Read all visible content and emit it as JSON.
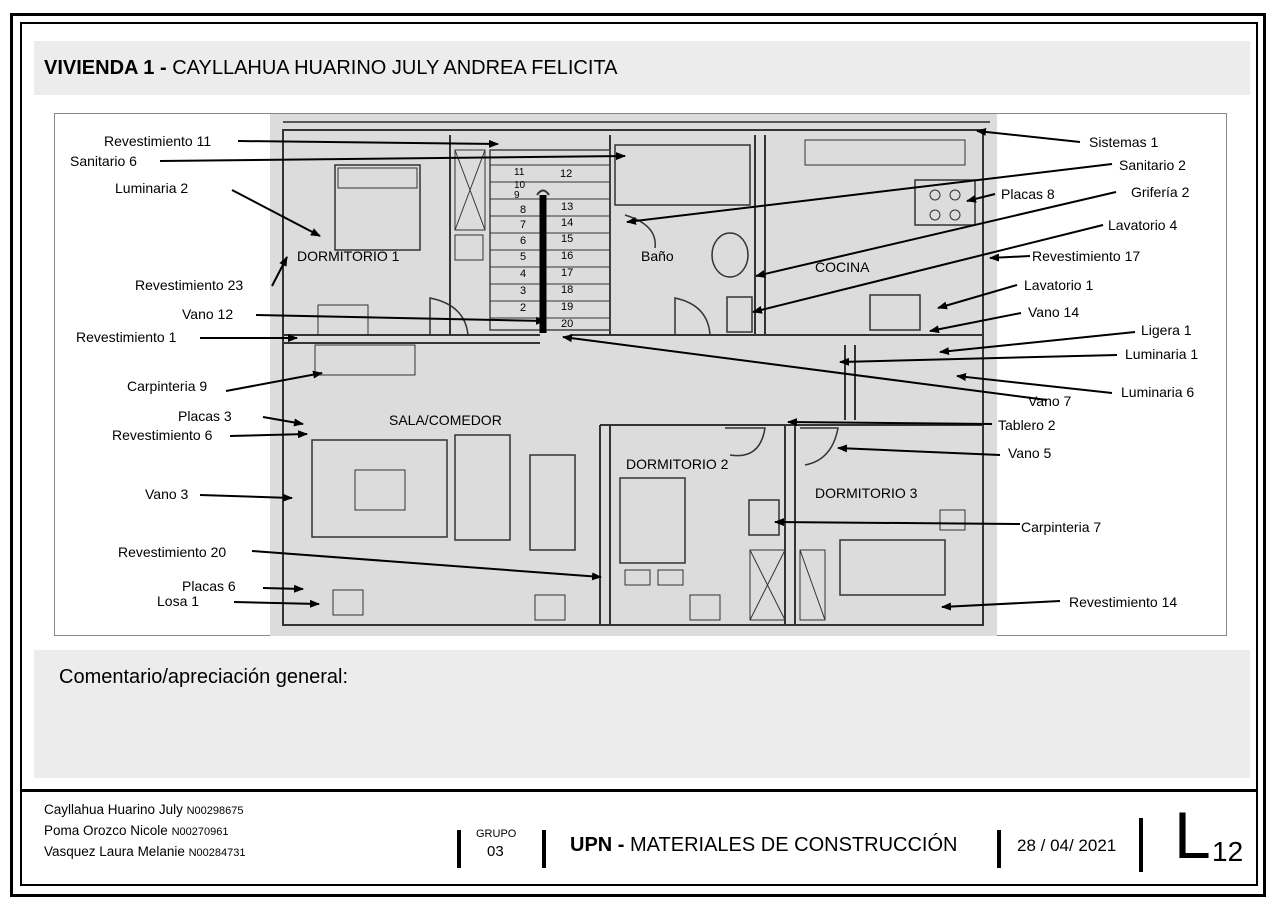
{
  "header": {
    "title_bold": "VIVIENDA 1 -",
    "title_rest": "CAYLLAHUA HUARINO JULY ANDREA FELICITA"
  },
  "rooms": {
    "dormitorio1": "DORMITORIO 1",
    "bano": "Baño",
    "cocina": "COCINA",
    "sala": "SALA/COMEDOR",
    "dormitorio2": "DORMITORIO 2",
    "dormitorio3": "DORMITORIO 3"
  },
  "stairs": {
    "left": [
      "11",
      "10",
      "9",
      "8",
      "7",
      "6",
      "5",
      "4",
      "3",
      "2"
    ],
    "right": [
      "12",
      "13",
      "14",
      "15",
      "16",
      "17",
      "18",
      "19",
      "20"
    ]
  },
  "labels_left": {
    "revestimiento11": "Revestimiento 11",
    "sanitario6": "Sanitario 6",
    "luminaria2": "Luminaria 2",
    "revestimiento23": "Revestimiento 23",
    "vano12": "Vano 12",
    "revestimiento1": "Revestimiento 1",
    "carpinteria9": "Carpinteria 9",
    "placas3": "Placas 3",
    "revestimiento6": "Revestimiento 6",
    "vano3": "Vano 3",
    "revestimiento20": "Revestimiento 20",
    "placas6": "Placas 6",
    "losa1": "Losa 1"
  },
  "labels_right": {
    "sistemas1": "Sistemas 1",
    "sanitario2": "Sanitario 2",
    "placas8": "Placas 8",
    "griferia2": "Grifería 2",
    "lavatorio4": "Lavatorio 4",
    "revestimiento17": "Revestimiento 17",
    "lavatorio1": "Lavatorio 1",
    "vano14": "Vano 14",
    "ligera1": "Ligera 1",
    "luminaria1": "Luminaria  1",
    "luminaria6": "Luminaria  6",
    "vano7": "Vano 7",
    "tablero2": "Tablero 2",
    "vano5": "Vano 5",
    "carpinteria7": "Carpinteria 7",
    "revestimiento14": "Revestimiento 14"
  },
  "comment": {
    "label": "Comentario/apreciación general:"
  },
  "footer": {
    "authors": [
      {
        "name": "Cayllahua Huarino July",
        "code": "N00298675"
      },
      {
        "name": "Poma Orozco Nicole",
        "code": "N00270961"
      },
      {
        "name": "Vasquez Laura Melanie",
        "code": "N00284731"
      }
    ],
    "grupo_label": "GRUPO",
    "grupo_num": "03",
    "course_bold": "UPN -",
    "course_rest": "MATERIALES DE CONSTRUCCIÓN",
    "date": "28 / 04/ 2021",
    "sheet_letter": "L",
    "sheet_num": "12"
  }
}
